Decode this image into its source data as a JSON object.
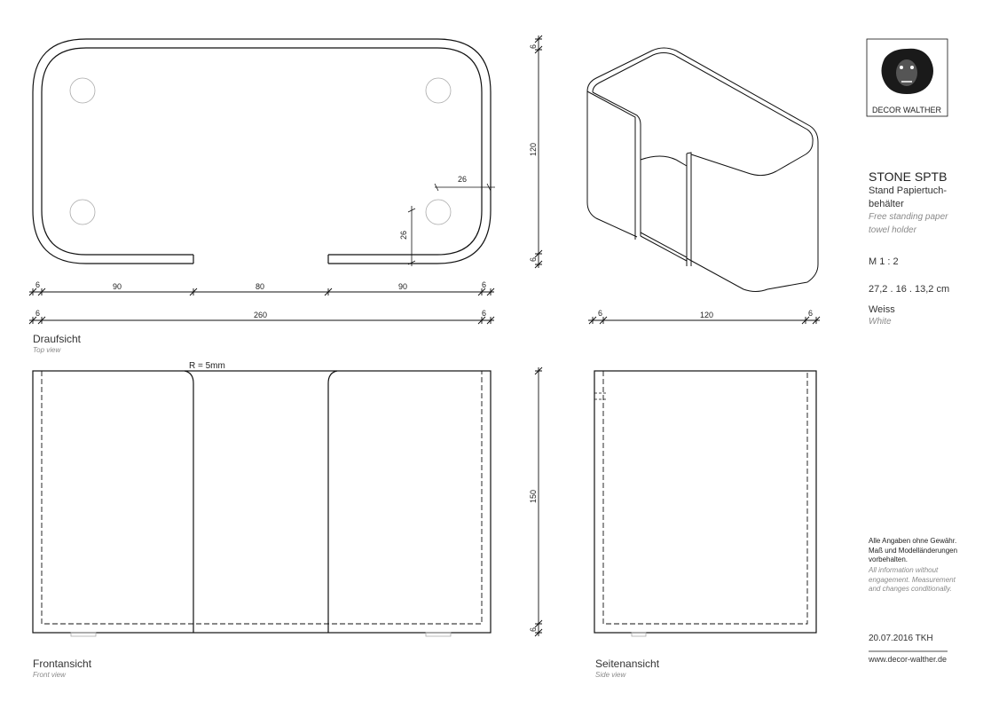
{
  "brand": {
    "name": "DECOR WALTHER",
    "website": "www.decor-walther.de"
  },
  "product": {
    "code": "STONE SPTB",
    "name_de_line1": "Stand Papiertuch-",
    "name_de_line2": "behälter",
    "name_en_line1": "Free standing paper",
    "name_en_line2": "towel holder",
    "scale": "M 1 : 2",
    "dimensions": "27,2 . 16 . 13,2 cm",
    "color_de": "Weiss",
    "color_en": "White"
  },
  "disclaimer": {
    "de_line1": "Alle Angaben ohne Gewähr.",
    "de_line2": "Maß und Modelländerungen",
    "de_line3": "vorbehalten.",
    "en_line1": "All information without",
    "en_line2": "engagement. Measurement",
    "en_line3": "and changes conditionally."
  },
  "date": "20.07.2016 TKH",
  "views": {
    "top": {
      "title": "Draufsicht",
      "subtitle": "Top view"
    },
    "front": {
      "title": "Frontansicht",
      "subtitle": "Front view"
    },
    "side": {
      "title": "Seitenansicht",
      "subtitle": "Side view"
    }
  },
  "dimensions": {
    "top_row1": [
      "6",
      "90",
      "80",
      "90",
      "6"
    ],
    "top_row2": [
      "6",
      "260",
      "6"
    ],
    "top_vertical": [
      "6",
      "120",
      "6"
    ],
    "hole_offset_x": "26",
    "hole_offset_y": "26",
    "radius_note": "R = 5mm",
    "front_vertical": [
      "150",
      "6"
    ],
    "iso_row": [
      "6",
      "120",
      "6"
    ]
  }
}
